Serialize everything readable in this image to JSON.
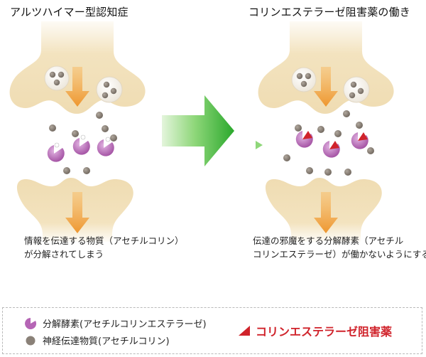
{
  "left_panel": {
    "title": "アルツハイマー型認知症",
    "caption_line1": "情報を伝達する物質（アセチルコリン）",
    "caption_line2": "が分解されてしまう"
  },
  "right_panel": {
    "title": "コリンエステラーゼ阻害薬の働き",
    "caption_line1": "伝達の邪魔をする分解酵素（アセチル",
    "caption_line2": "コリンエステラーゼ）が働かないようにする"
  },
  "legend": {
    "enzyme_label": "分解酵素(アセチルコリンエステラーゼ)",
    "transmitter_label": "神経伝達物質(アセチルコリン)",
    "inhibitor_label": "コリンエステラーゼ阻害薬"
  },
  "colors": {
    "synapse_fill": "#f3e3bf",
    "arrow_orange": "#f0a03c",
    "transition_arrow": "#3cb63a",
    "enzyme_purple": "#b565b5",
    "transmitter_gray": "#8a8178",
    "inhibitor_red": "#d0232b"
  }
}
